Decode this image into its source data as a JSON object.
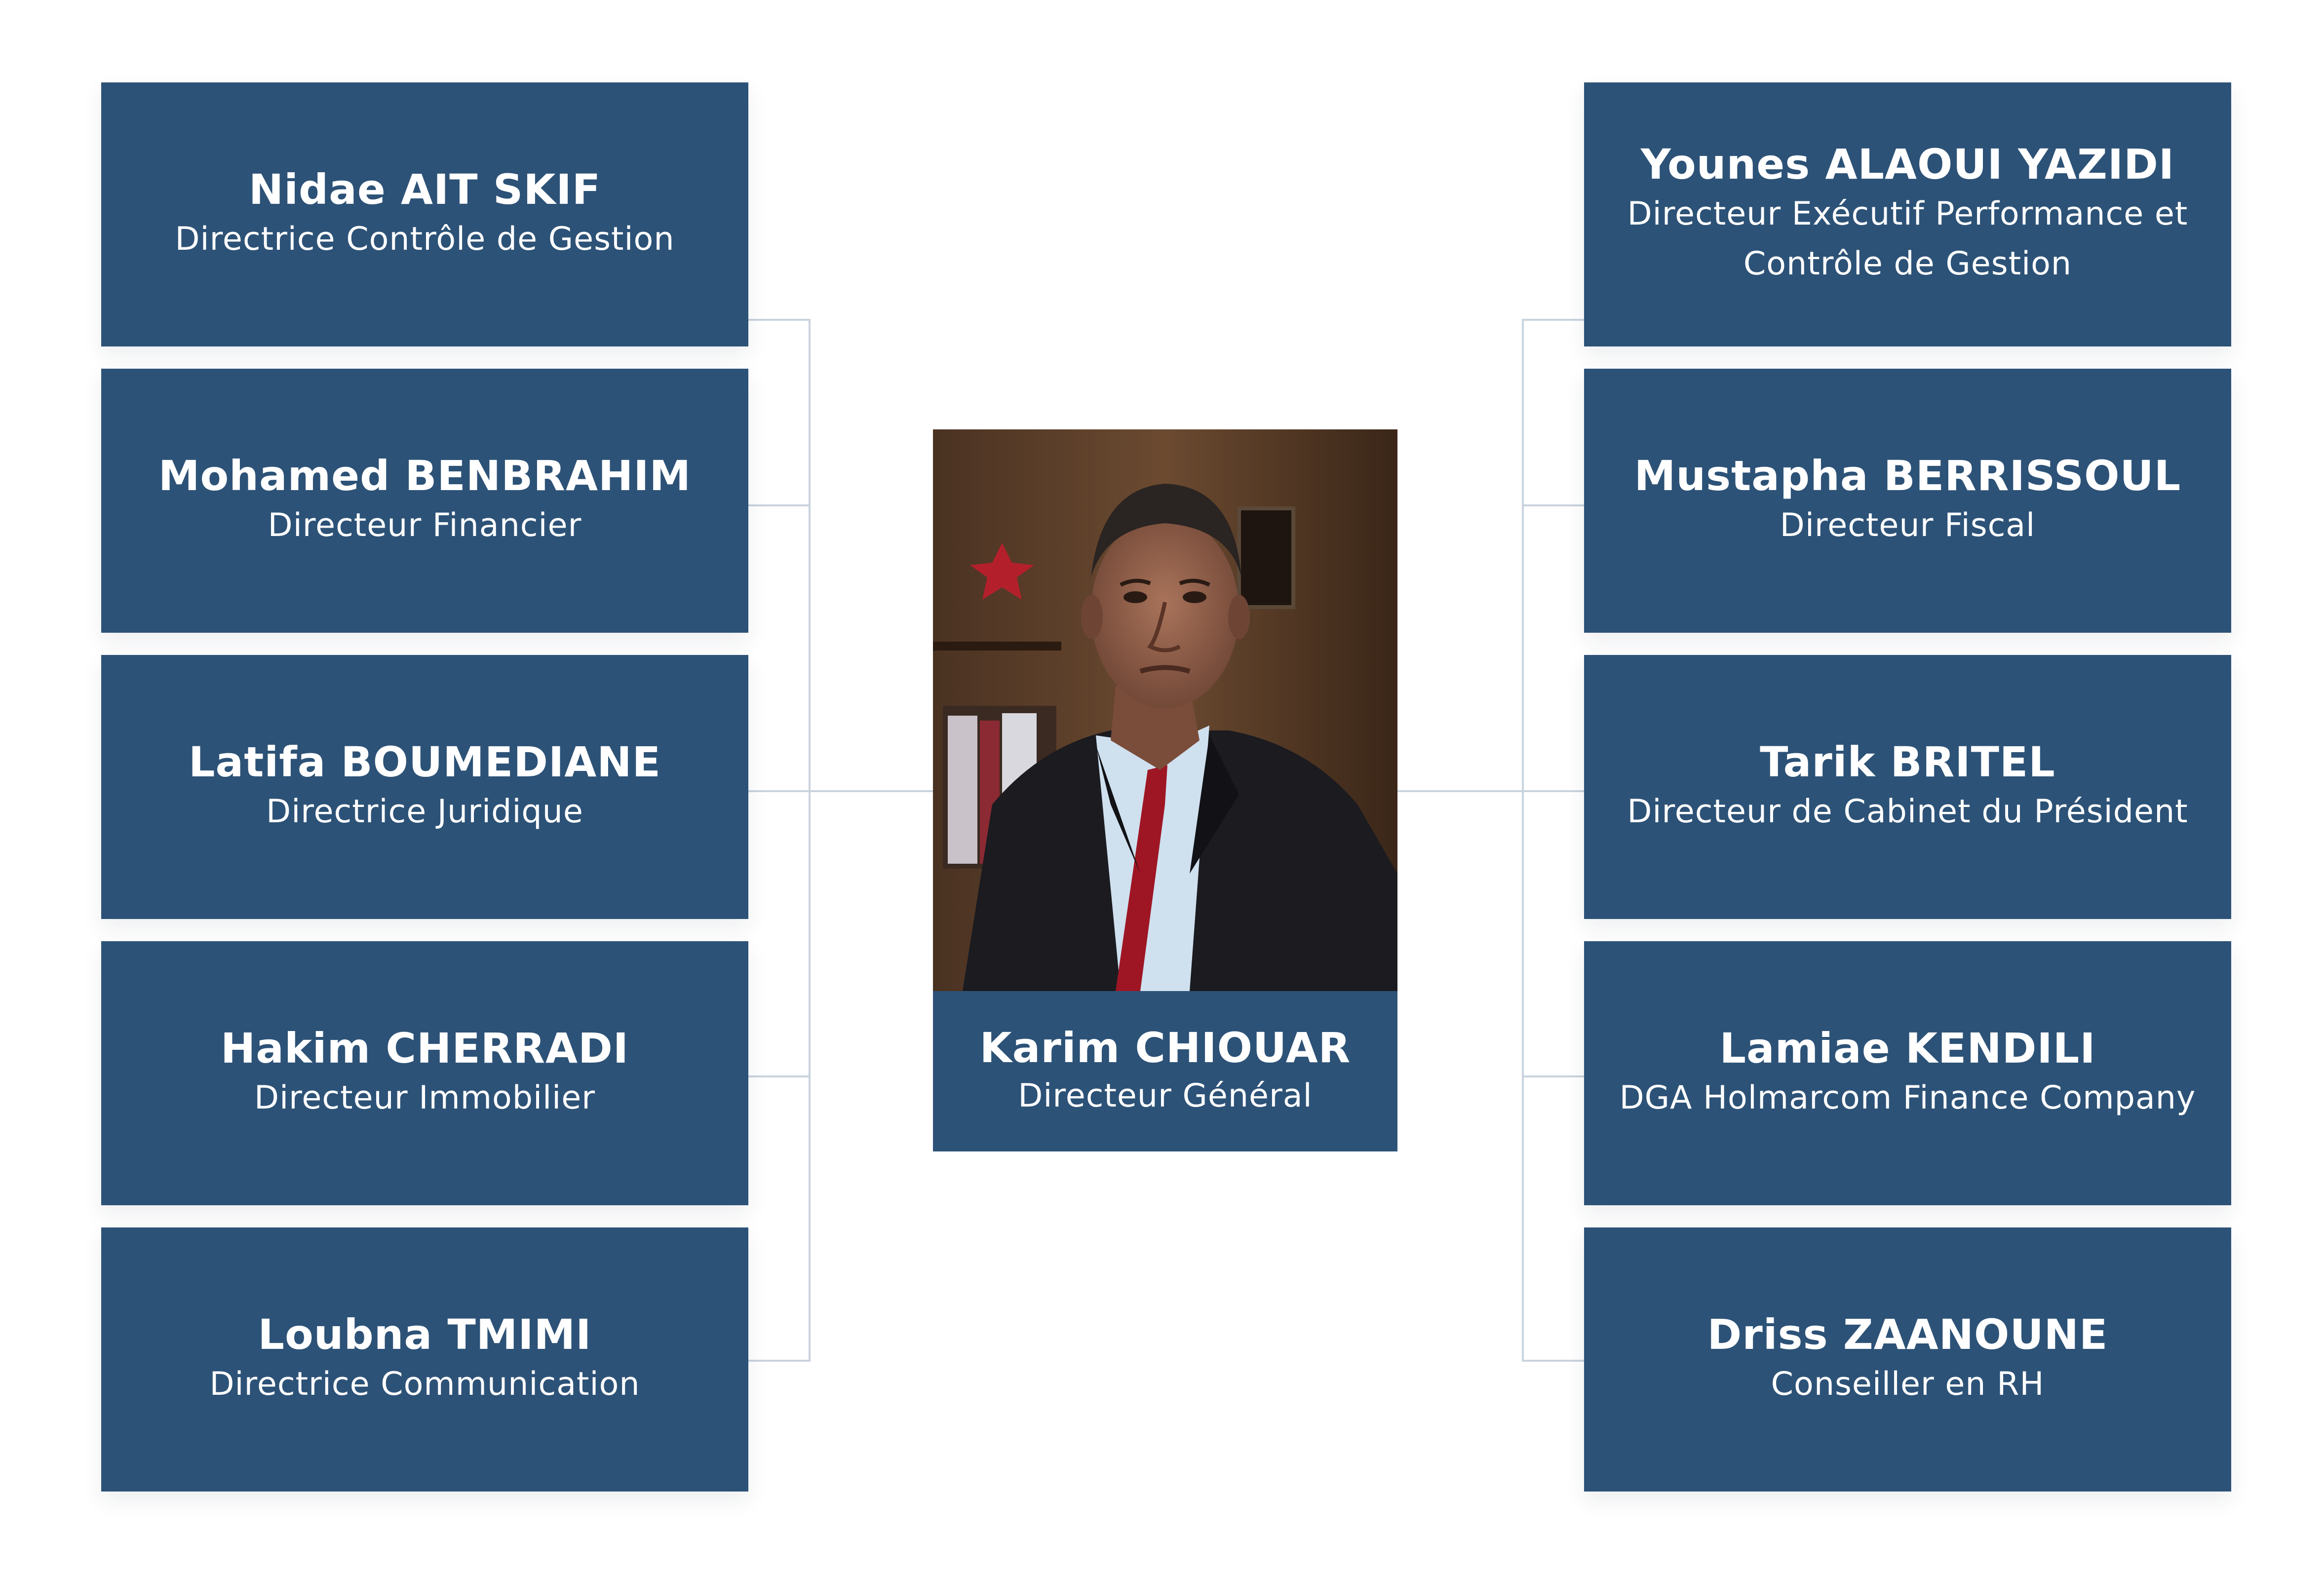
{
  "center": {
    "name": "Karim CHIOUAR",
    "role": "Directeur Général"
  },
  "left": [
    {
      "name": "Nidae AIT SKIF",
      "role": "Directrice Contrôle de Gestion"
    },
    {
      "name": "Mohamed BENBRAHIM",
      "role": "Directeur Financier"
    },
    {
      "name": "Latifa BOUMEDIANE",
      "role": "Directrice Juridique"
    },
    {
      "name": "Hakim CHERRADI",
      "role": "Directeur Immobilier"
    },
    {
      "name": "Loubna TMIMI",
      "role": "Directrice Communication"
    }
  ],
  "right": [
    {
      "name": "Younes ALAOUI YAZIDI",
      "role": "Directeur Exécutif Performance et Contrôle de Gestion"
    },
    {
      "name": "Mustapha BERRISSOUL",
      "role": "Directeur Fiscal"
    },
    {
      "name": "Tarik BRITEL",
      "role": "Directeur de Cabinet du Président"
    },
    {
      "name": "Lamiae KENDILI",
      "role": "DGA Holmarcom Finance Company"
    },
    {
      "name": "Driss ZAANOUNE",
      "role": "Conseiller en RH"
    }
  ],
  "colors": {
    "card": "#2d5277",
    "line": "#c9d3de",
    "text": "#ffffff"
  }
}
